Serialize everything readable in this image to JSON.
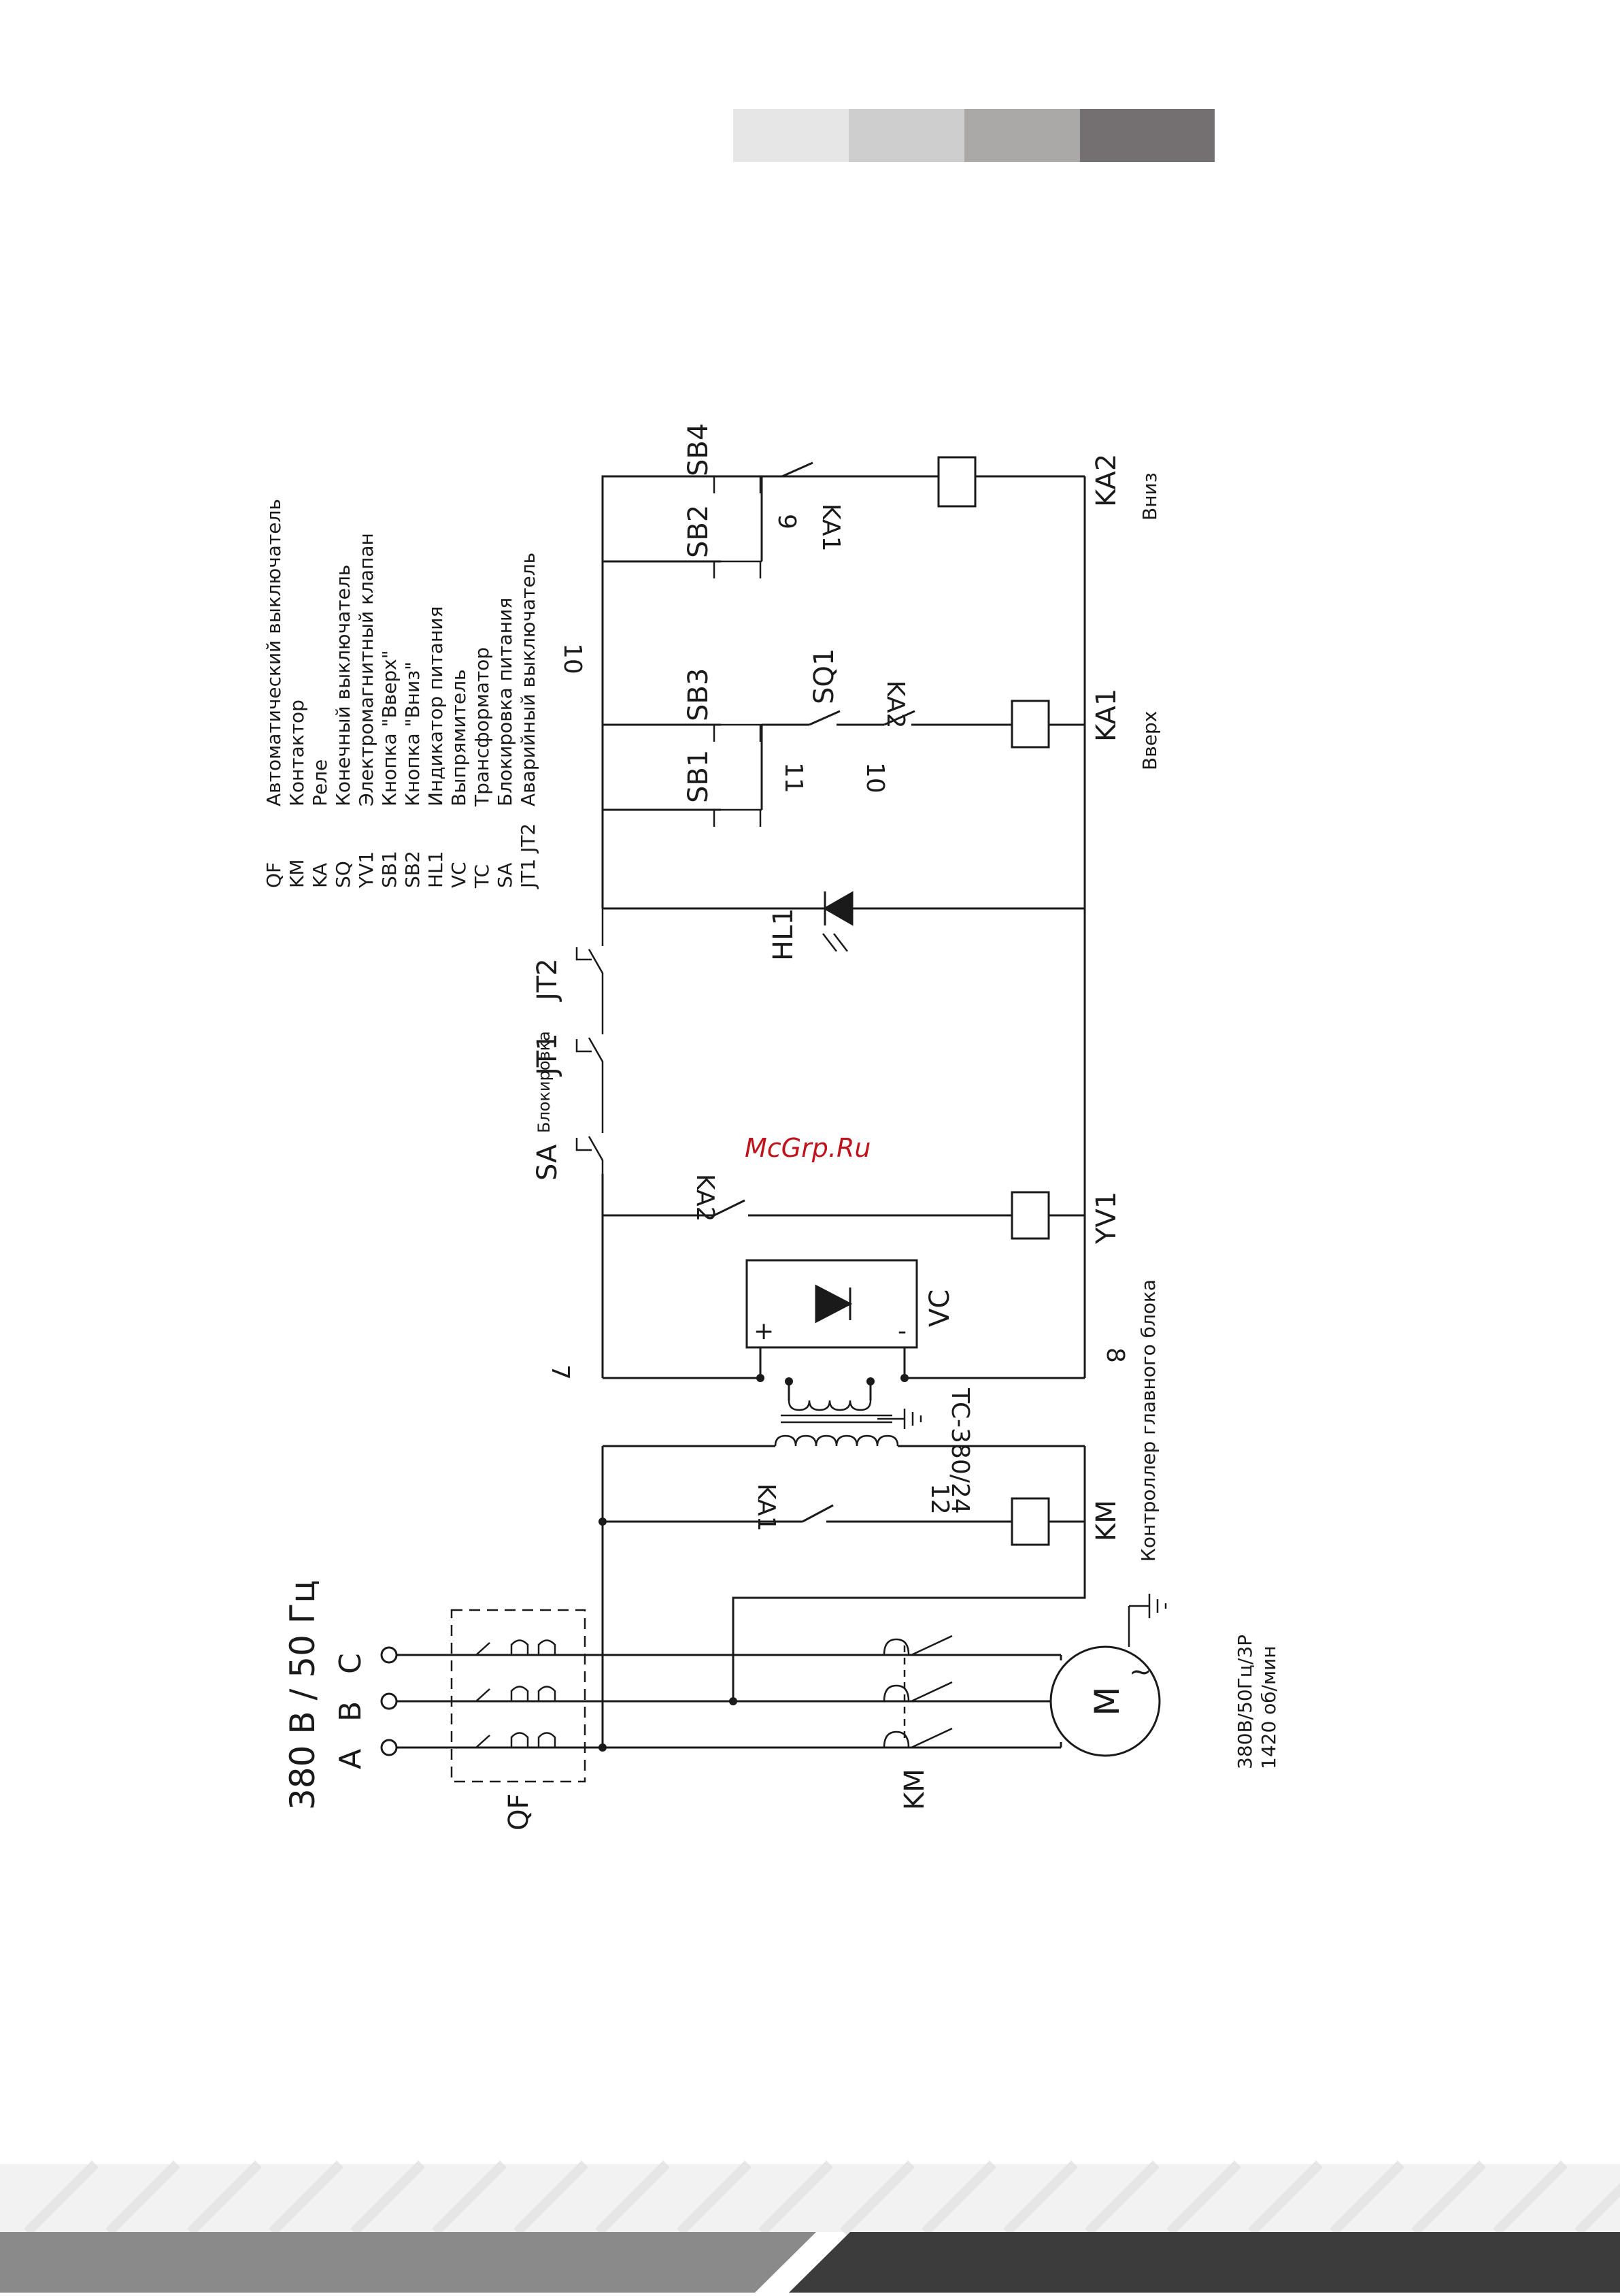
{
  "header": {
    "swatches": [
      "#e6e6e6",
      "#cfcecf",
      "#aba8a8",
      "#747071"
    ]
  },
  "supply": {
    "title": "380 В / 50 Гц",
    "phases": [
      "A",
      "B",
      "C"
    ]
  },
  "labels": {
    "qf": "QF",
    "km_main": "KM",
    "km_coil": "KM",
    "ka1_contact_main": "KA1",
    "net_12": "12",
    "controller": "Контроллер главного блока",
    "tc": "TC-380/24",
    "vc": "VC",
    "vc_plus": "+",
    "vc_minus": "-",
    "net_7": "7",
    "net_8": "8",
    "ka2_contact_valve": "KA2",
    "yv1": "YV1",
    "sa": "SA",
    "sa_note": "Блокировка",
    "jt1": "JT1",
    "jt2": "JT2",
    "hl1": "HL1",
    "sb1": "SB1",
    "sb3": "SB3",
    "net_11": "11",
    "sq1": "SQ1",
    "net_10_a": "10",
    "ka2_contact_up": "KA2",
    "ka1_coil": "KA1",
    "up": "Вверх",
    "net_10_b": "10",
    "sb2": "SB2",
    "sb4": "SB4",
    "net_9": "9",
    "ka1_contact_down": "KA1",
    "ka2_coil": "KA2",
    "down": "Вниз",
    "motor_symbol": "M",
    "motor_tilde": "~",
    "motor_spec_1": "380В/50Гц/3Р",
    "motor_spec_2": "1420 об/мин"
  },
  "legend": [
    {
      "code": "QF",
      "desc": "Автоматический выключатель"
    },
    {
      "code": "KM",
      "desc": "Контактор"
    },
    {
      "code": "KA",
      "desc": "Реле"
    },
    {
      "code": "SQ",
      "desc": "Конечный выключатель"
    },
    {
      "code": "YV1",
      "desc": "Электромагнитный клапан"
    },
    {
      "code": "SB1",
      "desc": "Кнопка \"Вверх\""
    },
    {
      "code": "SB2",
      "desc": "Кнопка \"Вниз\""
    },
    {
      "code": "HL1",
      "desc": "Индикатор питания"
    },
    {
      "code": "VC",
      "desc": "Выпрямитель"
    },
    {
      "code": "TC",
      "desc": "Трансформатор"
    },
    {
      "code": "SA",
      "desc": "Блокировка питания"
    },
    {
      "code": "JT1 JT2",
      "desc": "Аварийный выключатель"
    }
  ],
  "watermark": "McGrp.Ru"
}
